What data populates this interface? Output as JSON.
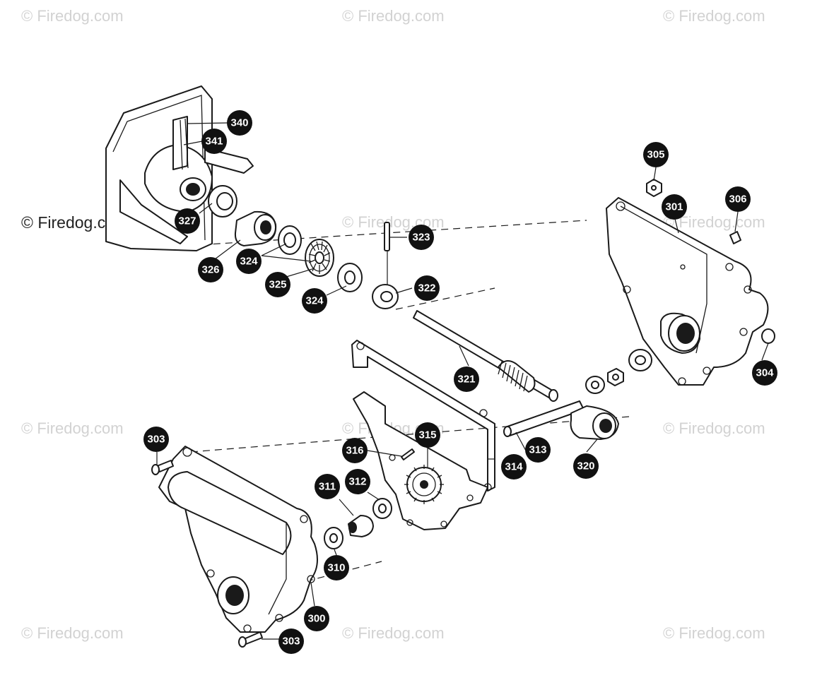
{
  "watermarks": [
    "© Firedog.com",
    "© Firedog.com",
    "© Firedog.com",
    "© Firedog.com",
    "© Firedog.com",
    "© Firedog.com",
    "© Firedog.com",
    "© Firedog.com",
    "© Firedog.com",
    "© Firedog.com",
    "© Firedog.com",
    "© Firedog.com"
  ],
  "callouts": {
    "c340": "340",
    "c341": "341",
    "c327": "327",
    "c326": "326",
    "c324a": "324",
    "c325": "325",
    "c324b": "324",
    "c323": "323",
    "c322": "322",
    "c321": "321",
    "c305": "305",
    "c306": "306",
    "c301": "301",
    "c304": "304",
    "c303a": "303",
    "c316": "316",
    "c315": "315",
    "c311": "311",
    "c312": "312",
    "c314": "314",
    "c313": "313",
    "c320": "320",
    "c310": "310",
    "c300": "300",
    "c303b": "303"
  },
  "colors": {
    "ink": "#1a1a1a",
    "watermark": "#d2d2d2",
    "paper": "#ffffff"
  }
}
